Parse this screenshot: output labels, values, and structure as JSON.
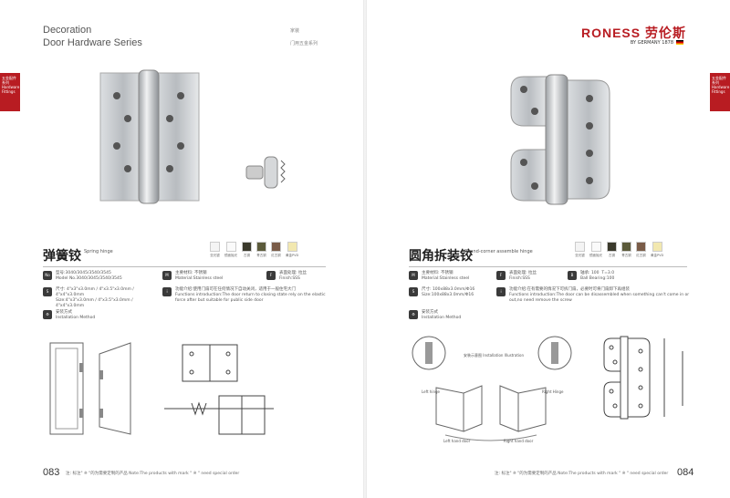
{
  "left": {
    "header_line1": "Decoration",
    "header_line2": "Door Hardware Series",
    "header_cn1": "家装",
    "header_cn2": "门用五金系列",
    "sidetab": "五金配件系列 Hardware Fittings",
    "product_cn": "弹簧铰",
    "product_en": "Spring hinge",
    "swatches": [
      "亚光银",
      "镜面抛光",
      "古铜",
      "青古铜",
      "红古铜",
      "黄金PVD"
    ],
    "spec_model": "型号:3040/3045/3540/3545\nModel No.3040/3045/3540/3545",
    "spec_material": "主要材料: 不锈钢\nMaterial:Stainless steel",
    "spec_finish": "表面处理: 拉丝\nFinish:SSS",
    "spec_size": "尺寸: 4\"x3\"x3.0mm / 4\"x3.5\"x3.0mm / 4\"x4\"x3.0mm\nSize:4\"x3\"x3.0mm / 4\"x3.5\"x3.0mm / 4\"x4\"x3.0mm",
    "spec_function": "功能介绍:使用门扇可在任何情况下自动关闭，适用于一般住宅大门\nFunctions introduction:The door return to closing state rely on the elastic force after but suitable for public side door",
    "install_cn": "安装方式",
    "install_en": "Installation Method",
    "page_num": "083",
    "note": "注: 标注\" ※ \"的为需要定制的产品  Note:The products with mark \" ※ \" need special order"
  },
  "right": {
    "brand": "RONESS 劳伦斯",
    "brand_sub": "BY GERMANY  1878",
    "sidetab": "五金配件系列 Hardware Fittings",
    "product_cn": "圆角拆装铰",
    "product_en": "Round-corner assemble hinge",
    "swatches": [
      "亚光银",
      "镜面抛光",
      "古铜",
      "青古铜",
      "红古铜",
      "黄金PVD"
    ],
    "spec_material": "主要材料: 不锈钢\nMaterial:Stainless steel",
    "spec_finish": "表面处理: 拉丝\nFinish:SSS",
    "spec_bearing": "轴承: 100  T=3.0\nBall Bearing:100",
    "spec_size": "尺寸: 100x88x3.0mm/Φ16\nSize:100x88x3.0mm/Φ16",
    "spec_function": "功能介绍:在有需要的情况下可拆门扇，必要时可将门扇卸下再组装\nFunctions introduction:The door can be disassembled when something can't come in or out,no need remove the screw",
    "install_cn": "安装方式",
    "install_en": "Installation Method",
    "diagram_title": "安装示意图  Installation Illustration",
    "left_hinge": "Left hinge",
    "right_hinge": "Right Hinge",
    "left_door": "Left hand door",
    "right_door": "Right hand door",
    "page_num": "084",
    "note": "注: 标注\" ※ \"的为需要定制的产品  Note:The products with mark \" ※ \" need special order"
  },
  "colors": {
    "brand_red": "#b81c22",
    "steel": "#c8cbce"
  }
}
